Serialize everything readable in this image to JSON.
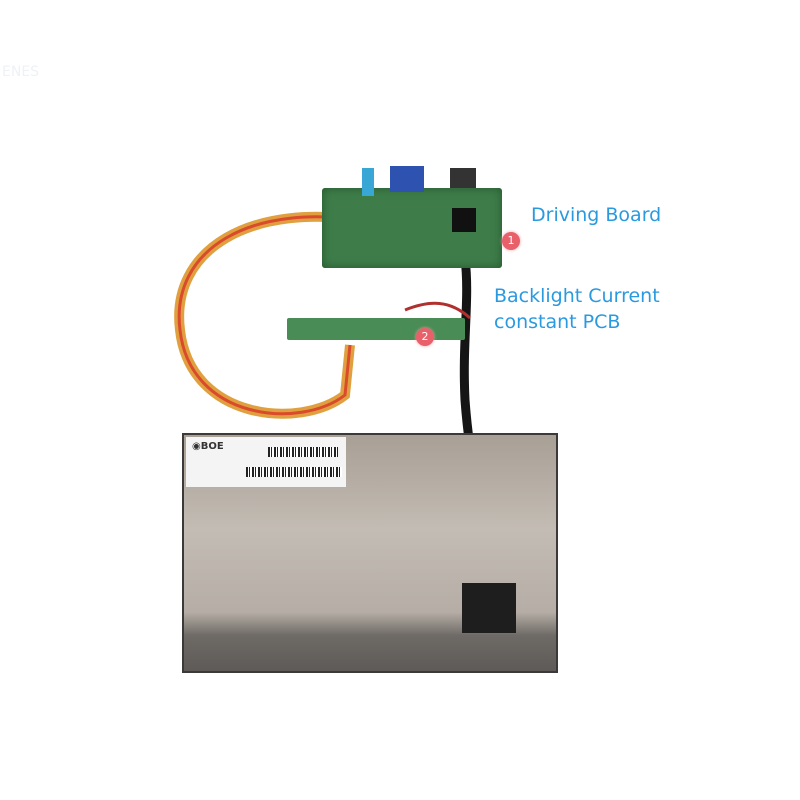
{
  "watermark": "ENES",
  "callouts": [
    {
      "number": "1",
      "label": "Driving Board"
    },
    {
      "number": "2",
      "label_line1": "Backlight Current",
      "label_line2": "constant PCB"
    }
  ],
  "panel": {
    "brand_logo": "BOE"
  },
  "colors": {
    "callout_text": "#2a9ae0",
    "marker": "#e8606a",
    "pcb": "#3e7d4a"
  }
}
